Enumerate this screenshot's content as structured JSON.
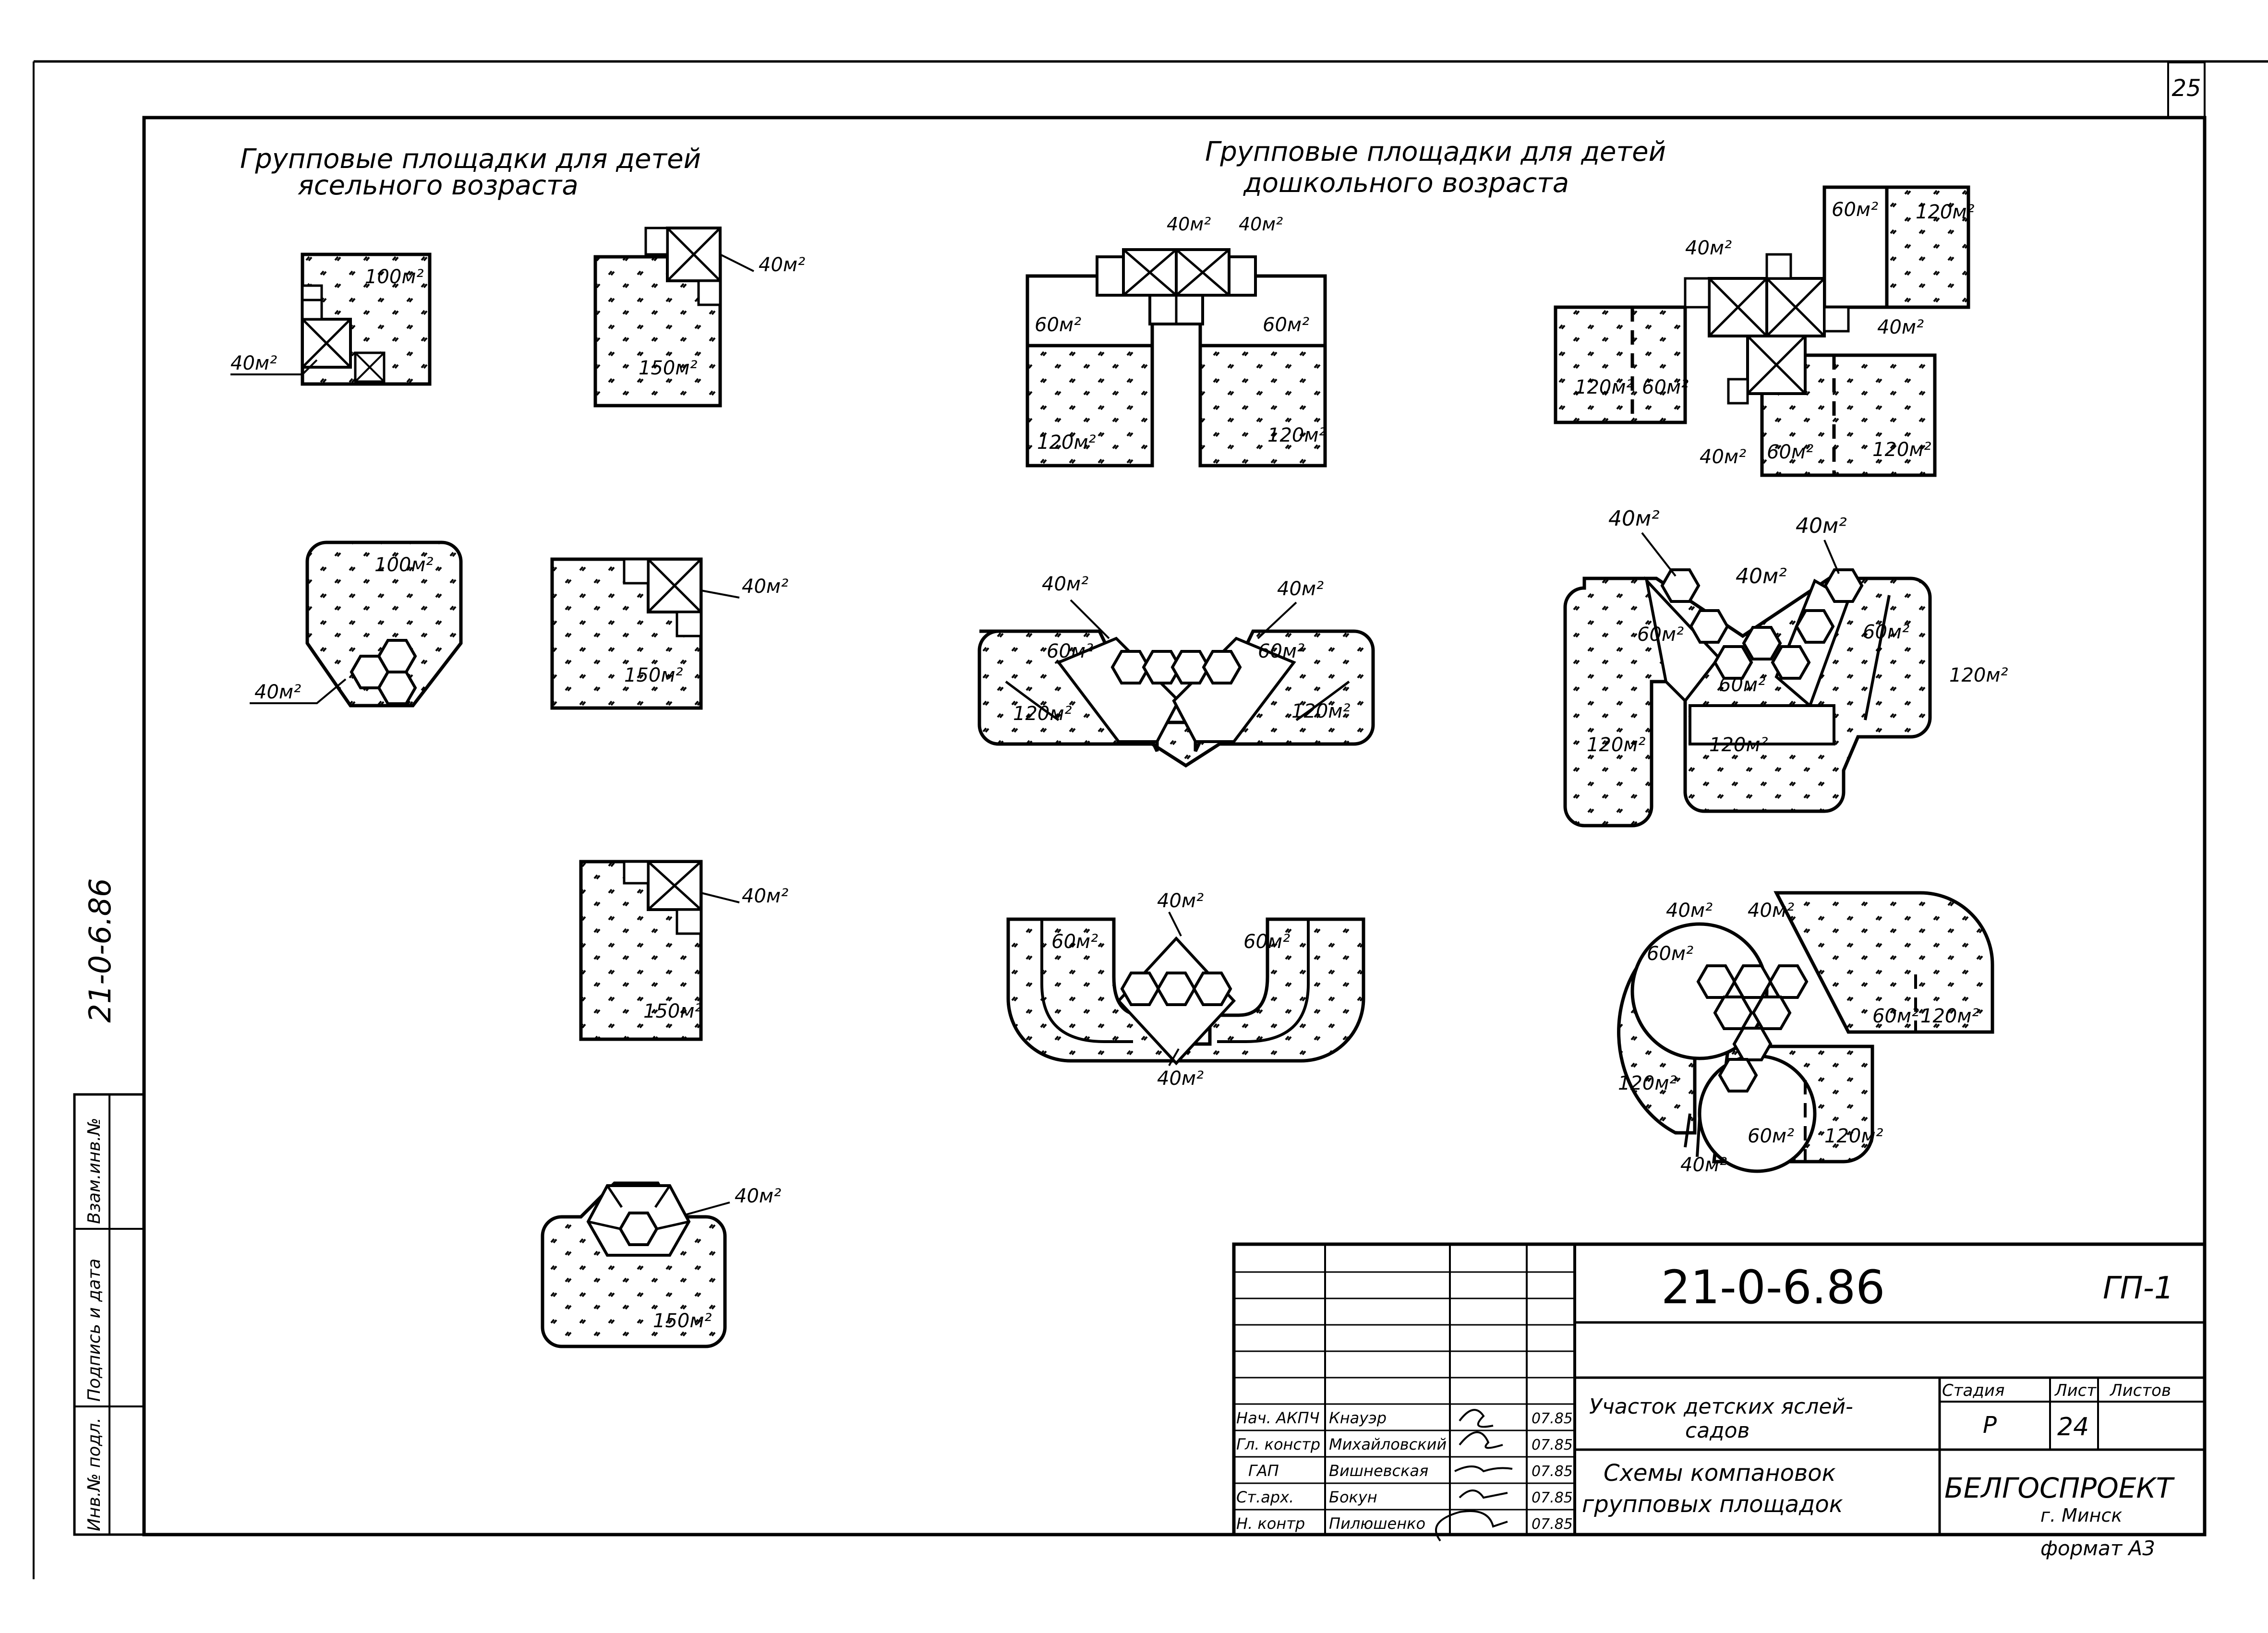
{
  "page_number": "25",
  "side_code": "21-0-6.86",
  "side_stamp": [
    "Инв.№ подл.",
    "Подпись и дата",
    "Взам.инв.№"
  ],
  "headings": {
    "nursery_line1": "Групповые площадки для детей",
    "nursery_line2": "ясельного возраста",
    "preschool_line1": "Групповые площадки для детей",
    "preschool_line2": "дошкольного возраста"
  },
  "areas": {
    "a40": "40м²",
    "a60": "60м²",
    "a100": "100м²",
    "a120": "120м²",
    "a150": "150м²"
  },
  "title_block": {
    "doc_code": "21-0-6.86",
    "sheet_mark": "ГП-1",
    "object_line1": "Участок детских яслей-",
    "object_line2": "садов",
    "drawing_line1": "Схемы компановок",
    "drawing_line2": "групповых площадок",
    "col_stage": "Стадия",
    "col_sheet": "Лист",
    "col_sheets": "Листов",
    "stage": "Р",
    "sheet": "24",
    "org_name": "БЕЛГОСПРОЕКТ",
    "org_city": "г. Минск",
    "format": "формат А3",
    "signatories": [
      {
        "role": "Нач. АКПЧ",
        "name": "Кнауэр",
        "date": "07.85"
      },
      {
        "role": "Гл. констр",
        "name": "Михайловский",
        "date": "07.85"
      },
      {
        "role": "ГАП",
        "name": "Вишневская",
        "date": "07.85"
      },
      {
        "role": "Ст.арх.",
        "name": "Бокун",
        "date": "07.85"
      },
      {
        "role": "Н. контр",
        "name": "Пилюшенко",
        "date": "07.85"
      }
    ]
  }
}
